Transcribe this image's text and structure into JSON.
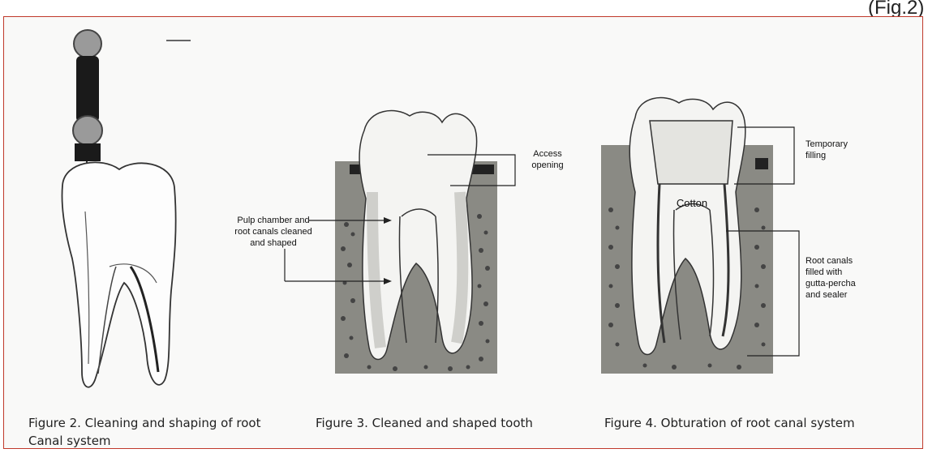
{
  "header_fragment": "(Fig.2)",
  "figure2": {
    "caption_line1": "Figure 2. Cleaning and shaping of root",
    "caption_line2": "Canal system"
  },
  "figure3": {
    "caption": "Figure 3. Cleaned and shaped tooth",
    "labels": {
      "access_line1": "Access",
      "access_line2": "opening",
      "pulp_line1": "Pulp chamber and",
      "pulp_line2": "root canals cleaned",
      "pulp_line3": "and shaped"
    }
  },
  "figure4": {
    "caption": "Figure 4. Obturation of root canal system",
    "labels": {
      "temp_line1": "Temporary",
      "temp_line2": "filling",
      "cotton": "Cotton",
      "root_line1": "Root canals",
      "root_line2": "filled with",
      "root_line3": "gutta-percha",
      "root_line4": "and sealer"
    }
  }
}
